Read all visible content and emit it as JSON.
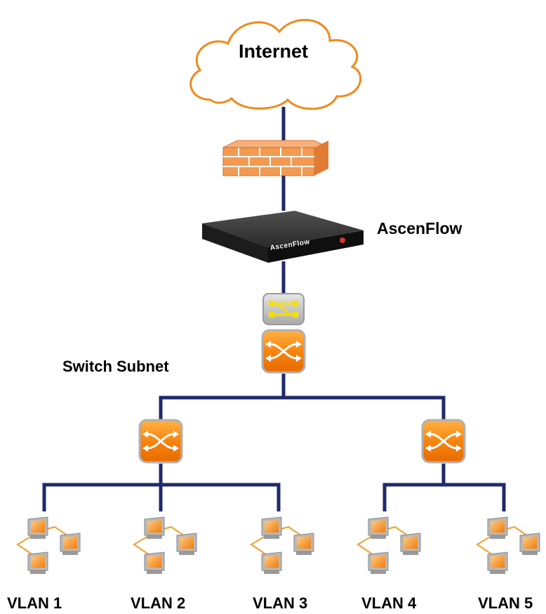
{
  "nodes": {
    "internet": "Internet",
    "device": "AscenFlow",
    "device_brand": "AscenFlow",
    "switch_subnet": "Switch Subnet"
  },
  "vlans": [
    "VLAN 1",
    "VLAN 2",
    "VLAN 3",
    "VLAN 4",
    "VLAN 5"
  ],
  "colors": {
    "link": "#1f2a6b",
    "cloud_stroke": "#f08a1c",
    "firewall": "#f39a52",
    "switch": "#f78a12",
    "edge_link": "#f0a030"
  },
  "icons": {
    "cloud": "cloud-icon",
    "firewall": "firewall-icon",
    "appliance": "network-appliance-icon",
    "hub": "hub-icon",
    "switch": "switch-icon",
    "computer": "computer-icon"
  }
}
